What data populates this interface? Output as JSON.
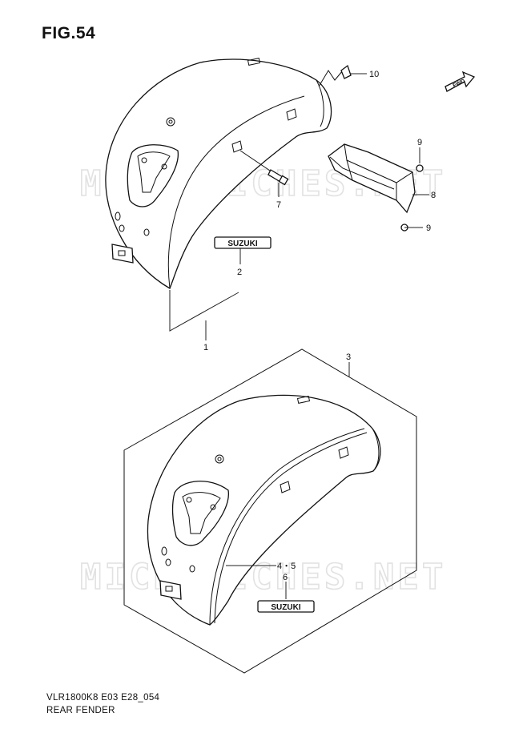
{
  "figure": {
    "title": "FIG.54"
  },
  "caption": {
    "model_code": "VLR1800K8 E03 E28_054",
    "name": "REAR FENDER"
  },
  "watermark": {
    "text": "MICROFICHES.NET"
  },
  "badge": {
    "text": "SUZUKI"
  },
  "direction": {
    "text": "FWD"
  },
  "callouts": {
    "c1": "1",
    "c2": "2",
    "c3": "3",
    "c45": "4・5",
    "c6": "6",
    "c7": "7",
    "c8": "8",
    "c9a": "9",
    "c9b": "9",
    "c10": "10"
  }
}
